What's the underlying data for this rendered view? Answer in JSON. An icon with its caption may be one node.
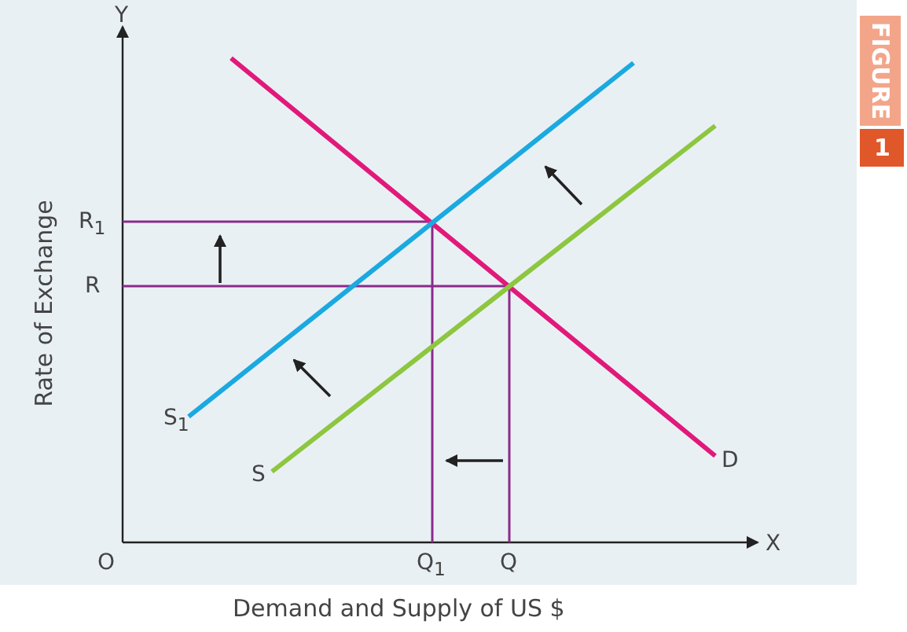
{
  "diagram": {
    "labels": [
      "FIGURE",
      "1",
      "Y",
      "R$_{1}$",
      "R",
      "S$_{1}$",
      "S",
      "D",
      "O",
      "Q$_{1}$",
      "Q",
      "X",
      "Rate of Exchange",
      "Demand and Supply of US $"
    ]
  }
}
